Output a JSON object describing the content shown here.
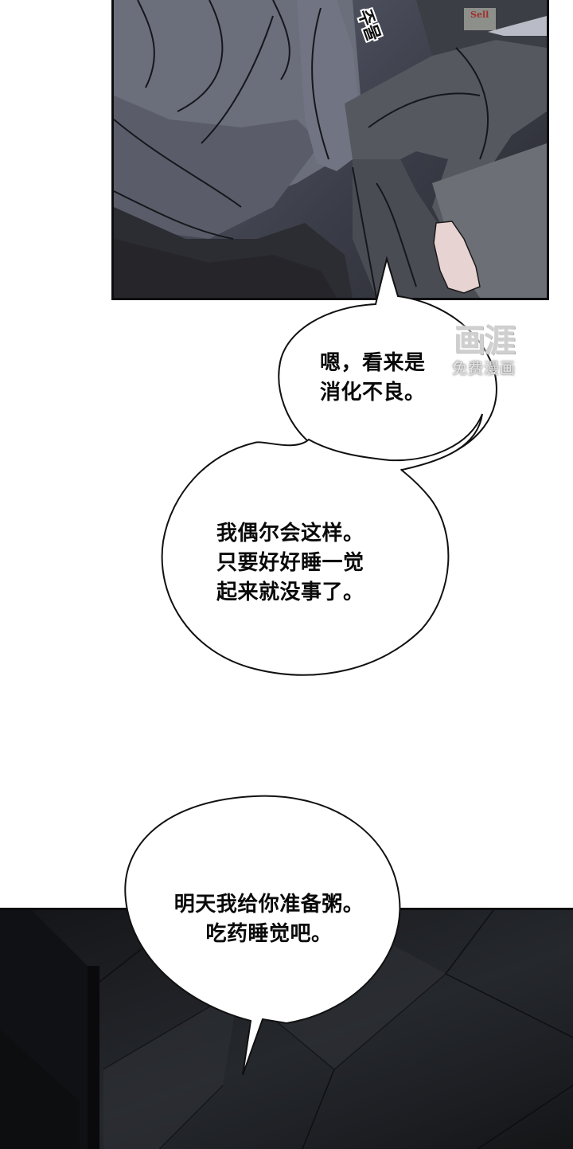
{
  "comic": {
    "top_panel": {
      "description": "Dark grey clothing folds, figure carrying another; bare foot visible",
      "sfx": "주물",
      "background_sign": "Sell"
    },
    "bubbles": [
      {
        "lines": [
          "嗯，看来是",
          "消化不良。"
        ]
      },
      {
        "lines": [
          "我偶尔会这样。",
          "只要好好睡一觉",
          "起来就没事了。"
        ]
      },
      {
        "lines": [
          "明天我给你准备粥。",
          "吃药睡觉吧。"
        ]
      }
    ],
    "bottom_panel": {
      "description": "Dark stone-textured wall scene"
    }
  },
  "watermark": {
    "logo": "画涯",
    "subtitle": "免费漫画"
  },
  "colors": {
    "panel_border": "#0d0d10",
    "bubble_fill": "#ffffff",
    "bubble_stroke": "#111111",
    "text": "#0a0a0a",
    "watermark": "#cfcfcf"
  }
}
